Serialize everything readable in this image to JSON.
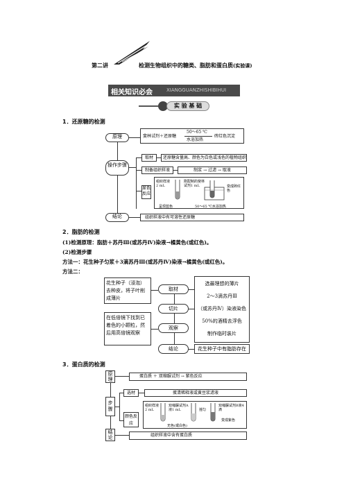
{
  "header": {
    "lesson_no": "第二讲",
    "title": "检测生物组织中的糖类、脂肪和蛋白质",
    "title_note": "(实验课)"
  },
  "banner": {
    "heading": "相关知识必会",
    "pinyin": "XIANGGUANZHISHIBIHUI",
    "sub_heading": "实 验 基 础"
  },
  "sugar": {
    "title": "1．还原糖的检测",
    "principle_label": "原理",
    "principle_text": "斐林试剂＋还原糖",
    "cond_top": "50～65 ℃",
    "cond_bottom": "水浴加热",
    "principle_result": "砖红色沉淀",
    "steps_label": "操作步骤",
    "material_label": "取材",
    "material_text": "还原糖含量高、颜色为白色或浅色的植物组织",
    "prepare_label": "制备组织样液",
    "prepare_text": "制浆 → 过滤 → 取液",
    "color_label": "显色反应",
    "tube1_label": "组织样液2 mL",
    "tube2_label": "刚配制的斐林试剂1 mL",
    "color_caption1": "呈现蓝色",
    "color_caption2": "50～65 ℃水浴加热",
    "color_result": "变成砖红色",
    "conclusion_label": "结论",
    "conclusion_text": "组织样液中有可溶性还原糖"
  },
  "fat": {
    "title": "2．脂肪的检测",
    "principle_line": "(1)检测原理：脂肪＋苏丹Ⅲ(或苏丹Ⅳ)染液→橘黄色(或红色)。",
    "steps_title": "(2)检测步骤",
    "method1": "方法一：花生种子匀浆＋3滴苏丹Ⅲ(或苏丹Ⅳ)染液→橘黄色(或红色)。",
    "method2": "方法二：",
    "left_top": "花生种子（浸泡）去种皮，将子叶削成薄片",
    "left_bottom": "在低倍镜下找到已着色的小颗粒，然后用高倍镜观察",
    "step_material": "取材",
    "step_slice": "切片",
    "step_observe": "观察",
    "step_conclusion": "结论",
    "right_main": [
      "选最理想的薄片",
      "2～3滴苏丹Ⅲ",
      "（或苏丹Ⅳ）染液染色",
      "50%的酒精去浮色",
      "制作临时装片"
    ],
    "right_conclusion": "花生种子中有脂肪存在"
  },
  "protein": {
    "title": "3．蛋白质的检测",
    "principle_label": "原理",
    "principle_text": "蛋白质 ＋ 双缩脲试剂 → 紫色反应",
    "steps_label": "步骤",
    "material_label": "选材",
    "material_text": "蛋清稀释液或黄豆浆滤液",
    "color_label": "颜色反应",
    "tube_sample": "组织样液2 mL",
    "reagent_a": "双缩脲试剂A液1 mL",
    "shake": "摇匀",
    "reagent_b": "双缩脲试剂B液4滴",
    "colorless": "无色(或白色)",
    "purple": "变成紫色",
    "conclusion_label": "结论",
    "conclusion_text": "组织样液中含有蛋白质"
  }
}
